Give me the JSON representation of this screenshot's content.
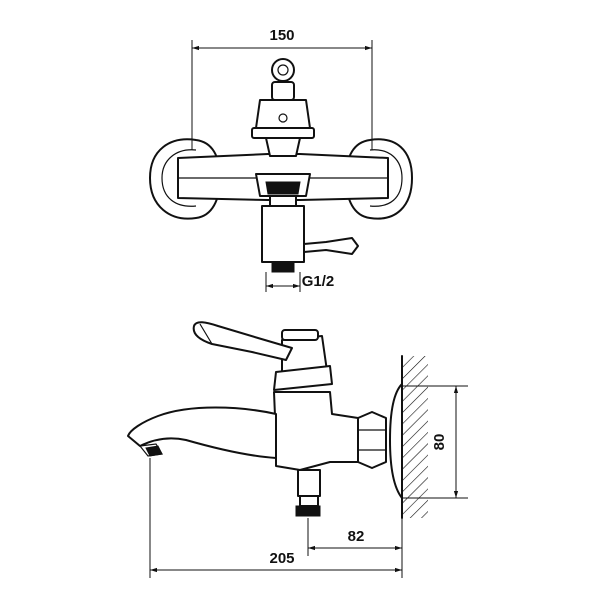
{
  "dimensions": {
    "width_top": "150",
    "thread": "G1/2",
    "wall_height": "80",
    "wall_offset": "82",
    "total_length": "205"
  }
}
